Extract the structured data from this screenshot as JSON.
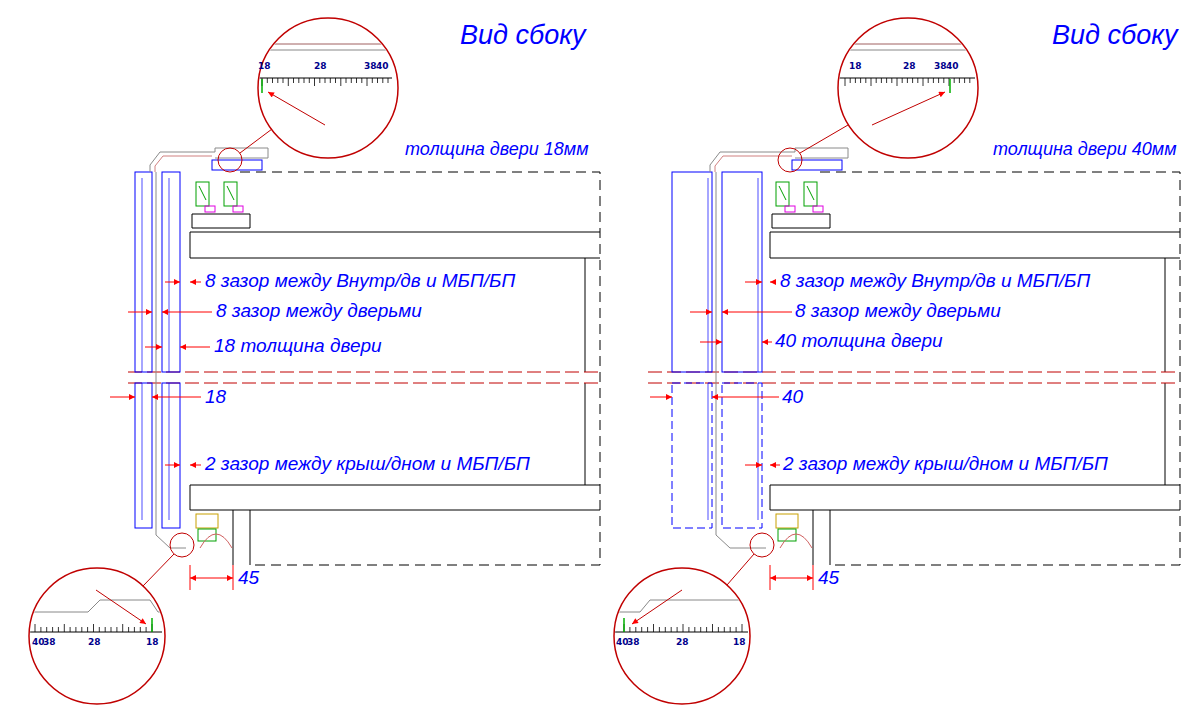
{
  "diagram": {
    "labels": [
      "Вид сбоку",
      "толщина двери 18мм",
      "18",
      "28",
      "38",
      "40",
      "8 зазор между Внутр/дв и МБП/БП",
      "8 зазор между дверьми",
      "18 толщина двери",
      "18",
      "2 зазор между крыш/дном и МБП/БП",
      "45",
      "40",
      "38",
      "28",
      "18",
      "Вид сбоку",
      "толщина двери 40мм",
      "18",
      "28",
      "38",
      "40",
      "8 зазор между Внутр/дв и МБП/БП",
      "8 зазор между дверьми",
      "40 толщина двери",
      "40",
      "2 зазор между крыш/дном и МБП/БП",
      "45",
      "40",
      "38",
      "28",
      "18"
    ]
  }
}
